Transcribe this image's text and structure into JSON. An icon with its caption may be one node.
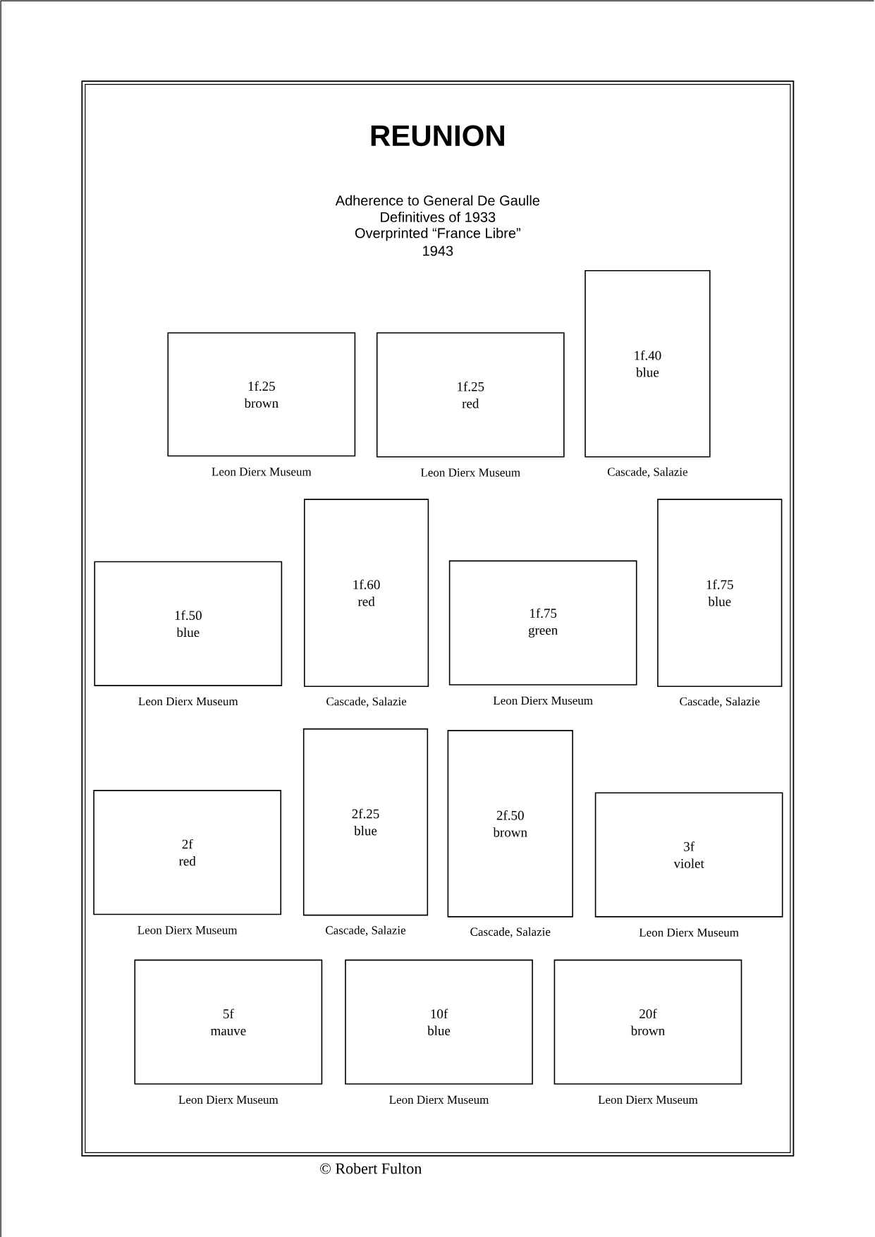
{
  "diagram": {
    "title": "REUNION",
    "nodes": [
      {
        "text": [
          "1f.25",
          "brown"
        ],
        "beside": [
          "Leon Dierx Museum"
        ]
      },
      {
        "text": [
          "1f.25",
          "red"
        ],
        "beside": [
          "Leon Dierx Museum"
        ]
      },
      {
        "text": [
          "1f.40",
          "blue"
        ],
        "beside": [
          "Cascade, Salazie"
        ]
      },
      {
        "text": [
          "1f.50",
          "blue"
        ],
        "beside": [
          "Leon Dierx Museum"
        ]
      },
      {
        "text": [
          "1f.60",
          "red"
        ],
        "beside": [
          "Cascade, Salazie"
        ]
      },
      {
        "text": [
          "1f.75",
          "green"
        ],
        "beside": [
          "Leon Dierx Museum"
        ]
      },
      {
        "text": [
          "1f.75",
          "blue"
        ],
        "beside": [
          "Cascade, Salazie"
        ]
      },
      {
        "text": [
          "2f",
          "red"
        ],
        "beside": [
          "Leon Dierx Museum"
        ]
      },
      {
        "text": [
          "2f.25",
          "blue"
        ],
        "beside": [
          "Cascade, Salazie"
        ]
      },
      {
        "text": [
          "2f.50",
          "brown"
        ],
        "beside": [
          "Cascade, Salazie"
        ]
      },
      {
        "text": [
          "3f",
          "violet"
        ],
        "beside": [
          "Leon Dierx Museum"
        ]
      },
      {
        "text": [
          "5f",
          "mauve"
        ],
        "beside": [
          "Leon Dierx Museum"
        ]
      },
      {
        "text": [
          "10f",
          "blue"
        ],
        "beside": [
          "Leon Dierx Museum"
        ]
      },
      {
        "text": [
          "20f",
          "brown"
        ],
        "beside": [
          "Leon Dierx Museum"
        ]
      }
    ],
    "labels": [
      "Adherence to General De Gaulle",
      "Definitives of 1933",
      "Overprinted “France Libre”",
      "1943",
      "© Robert Fulton"
    ]
  }
}
